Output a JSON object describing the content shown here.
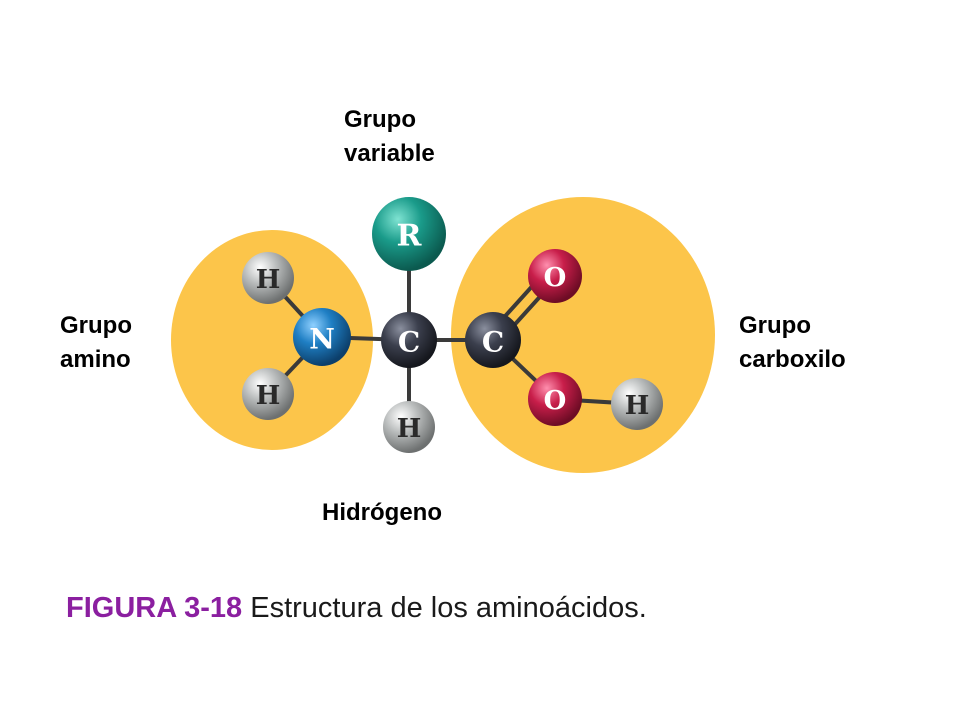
{
  "labels": {
    "variable_line1": "Grupo",
    "variable_line2": "variable",
    "amino_line1": "Grupo",
    "amino_line2": "amino",
    "carboxyl_line1": "Grupo",
    "carboxyl_line2": "carboxilo",
    "hydrogen": "Hidrógeno"
  },
  "caption": {
    "figure_number": "FIGURA 3-18",
    "text": " Estructura de los aminoácidos."
  },
  "atoms": {
    "r": "R",
    "n": "N",
    "c_alpha": "C",
    "c_carboxyl": "C",
    "o_double": "O",
    "o_hydroxyl": "O",
    "h_amino_top": "H",
    "h_amino_bottom": "H",
    "h_alpha": "H",
    "h_hydroxyl": "H"
  },
  "colors": {
    "group_highlight": "#fcc54a",
    "variable_group": "#1a9b8a",
    "nitrogen": "#1f7fc4",
    "carbon": "#3b3f4d",
    "oxygen": "#c81e4a",
    "hydrogen": "#b9bcbc",
    "figure_number": "#8b1fa0"
  }
}
